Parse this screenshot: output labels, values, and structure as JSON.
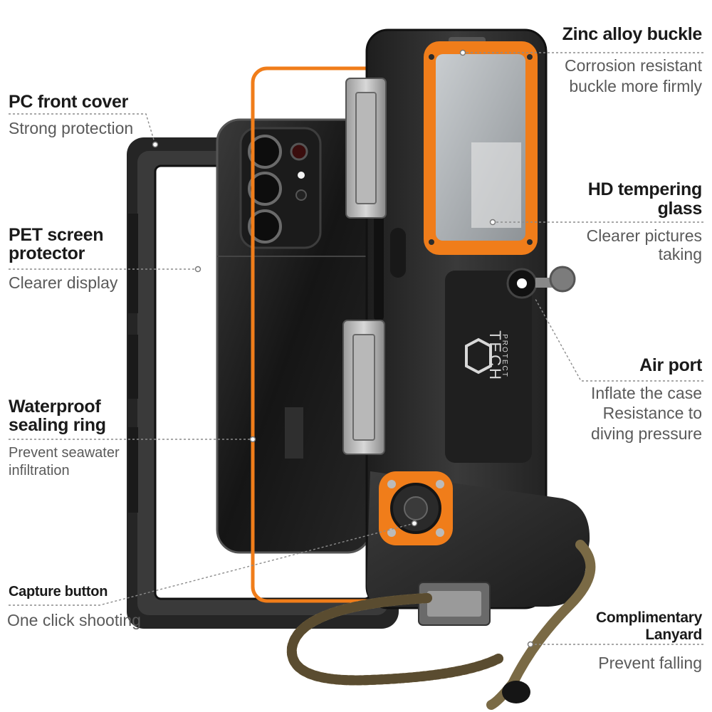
{
  "callouts": {
    "zinc_buckle": {
      "title": "Zinc alloy buckle",
      "desc_1": "Corrosion resistant",
      "desc_2": "buckle more firmly"
    },
    "pc_cover": {
      "title": "PC front cover",
      "desc_1": "Strong protection"
    },
    "hd_glass": {
      "title_1": "HD tempering",
      "title_2": "glass",
      "desc_1": "Clearer pictures",
      "desc_2": "taking"
    },
    "pet_protector": {
      "title_1": "PET screen",
      "title_2": "protector",
      "desc_1": "Clearer display"
    },
    "air_port": {
      "title": "Air port",
      "desc_1": "Inflate the case",
      "desc_2": "Resistance to",
      "desc_3": "diving pressure"
    },
    "sealing_ring": {
      "title_1": "Waterproof",
      "title_2": "sealing ring",
      "desc_1": "Prevent seawater",
      "desc_2": "infiltration"
    },
    "capture_button": {
      "title": "Capture button",
      "desc_1": "One click shooting"
    },
    "lanyard": {
      "title_1": "Complimentary",
      "title_2": "Lanyard",
      "desc_1": "Prevent falling"
    }
  },
  "brand": {
    "logo_line1": "TECH",
    "logo_line2": "PROTECT"
  },
  "colors": {
    "accent_orange": "#f07d1a",
    "housing_black": "#2b2b2b",
    "lanyard_brown": "#7a6a45"
  }
}
